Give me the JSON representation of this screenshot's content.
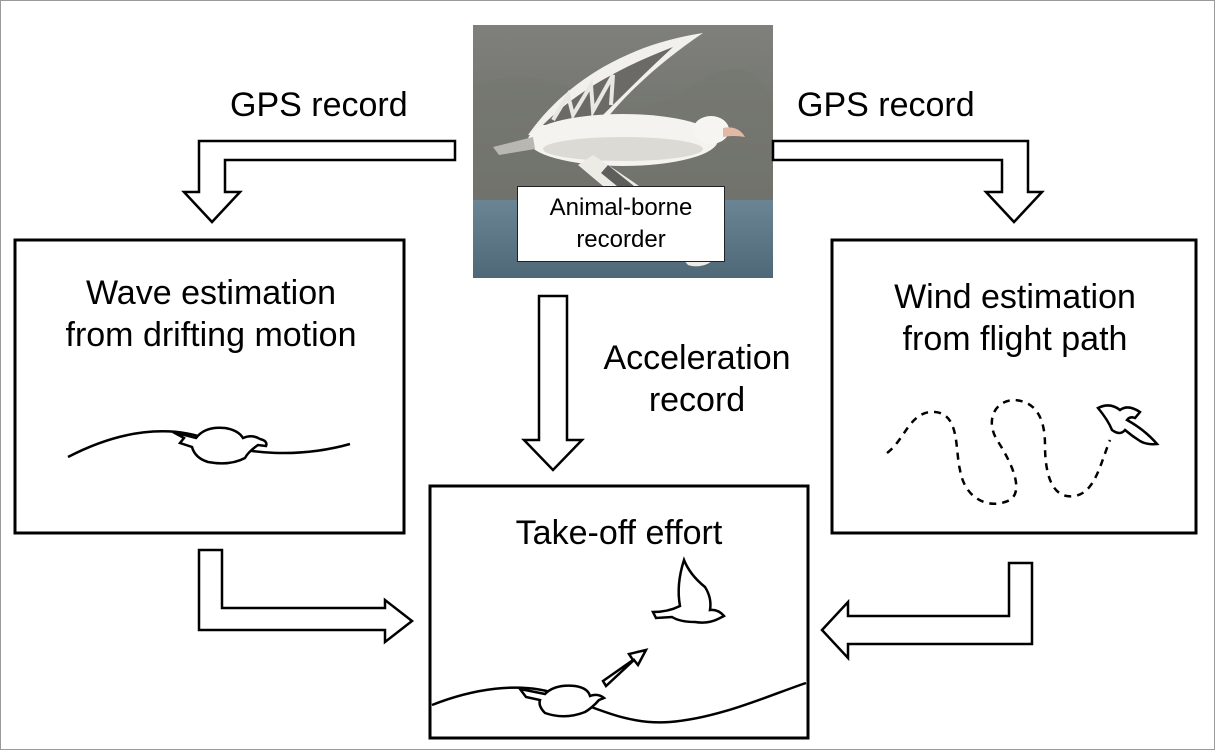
{
  "labels": {
    "gps_left": "GPS record",
    "gps_right": "GPS record",
    "acceleration": [
      "Acceleration",
      "record"
    ],
    "recorder": [
      "Animal-borne",
      "recorder"
    ],
    "wave_box": [
      "Wave estimation",
      "from drifting motion"
    ],
    "wind_box": [
      "Wind estimation",
      "from flight path"
    ],
    "takeoff_box": "Take-off effort"
  },
  "photo": {
    "subject": "wandering albatross in flight over sea",
    "colors": {
      "sky": "#8a8a86",
      "hill": "#6d6f6a",
      "sea": "#5c7584",
      "bird_body": "#f3f2ee",
      "wing_dark": "#3a3a38",
      "bill": "#e2b8a6"
    }
  },
  "colors": {
    "stroke": "#000000",
    "background": "#ffffff",
    "frame": "#9a9a9a"
  }
}
